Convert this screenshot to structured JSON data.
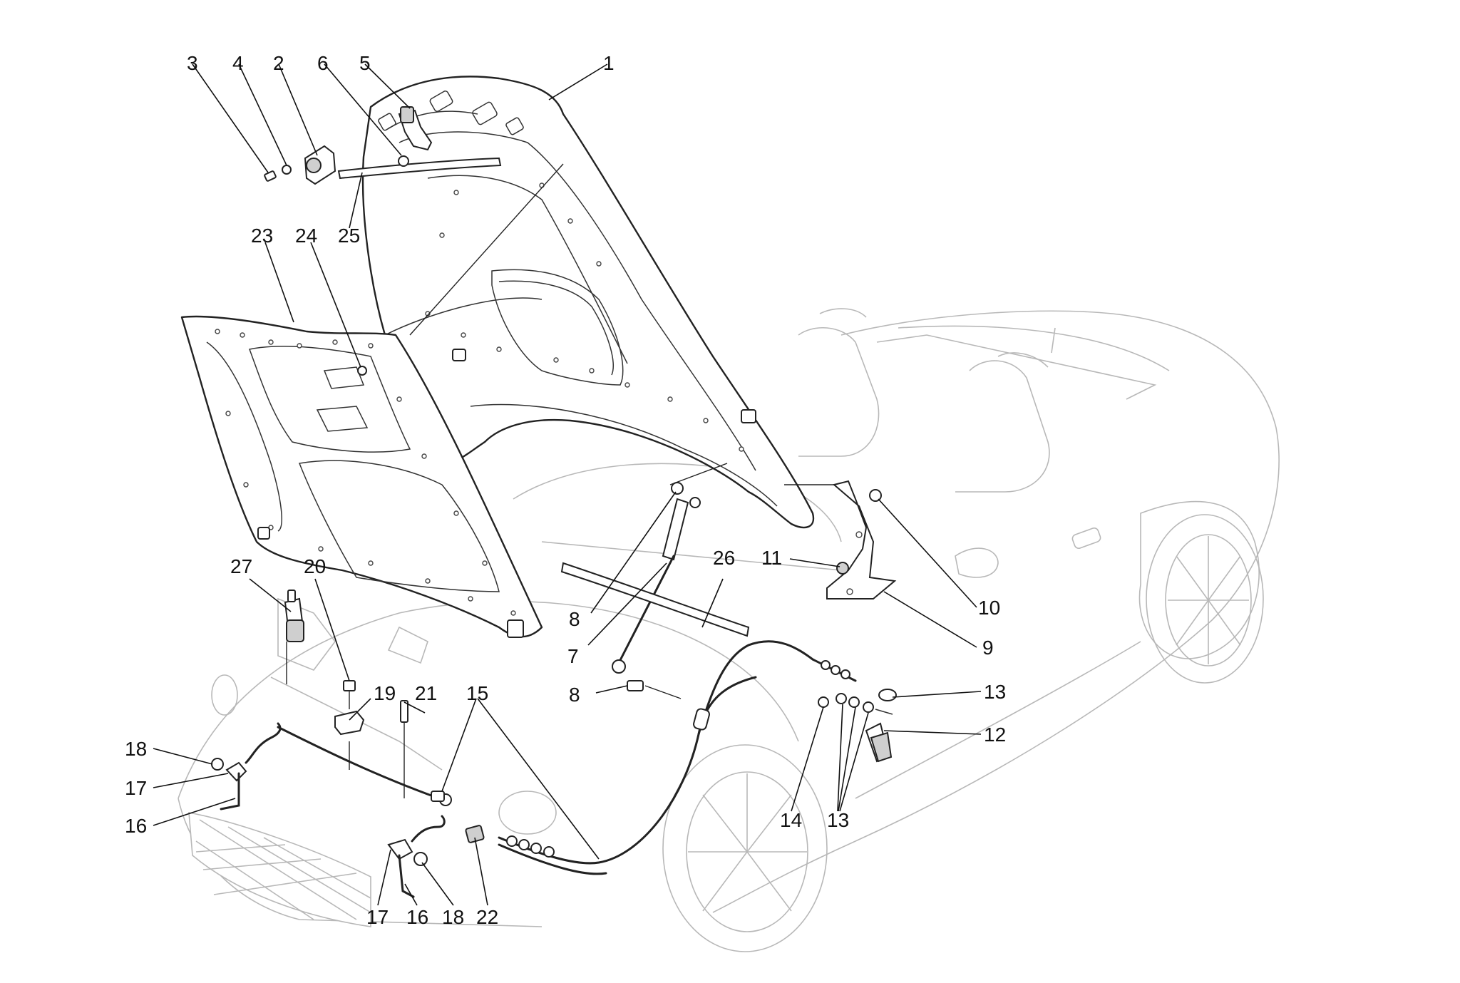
{
  "diagram": {
    "callouts": [
      "1",
      "2",
      "3",
      "4",
      "5",
      "6",
      "7",
      "8",
      "8",
      "9",
      "10",
      "11",
      "12",
      "13",
      "13",
      "14",
      "15",
      "16",
      "16",
      "17",
      "17",
      "18",
      "18",
      "19",
      "20",
      "21",
      "22",
      "23",
      "24",
      "25",
      "26",
      "27"
    ]
  }
}
